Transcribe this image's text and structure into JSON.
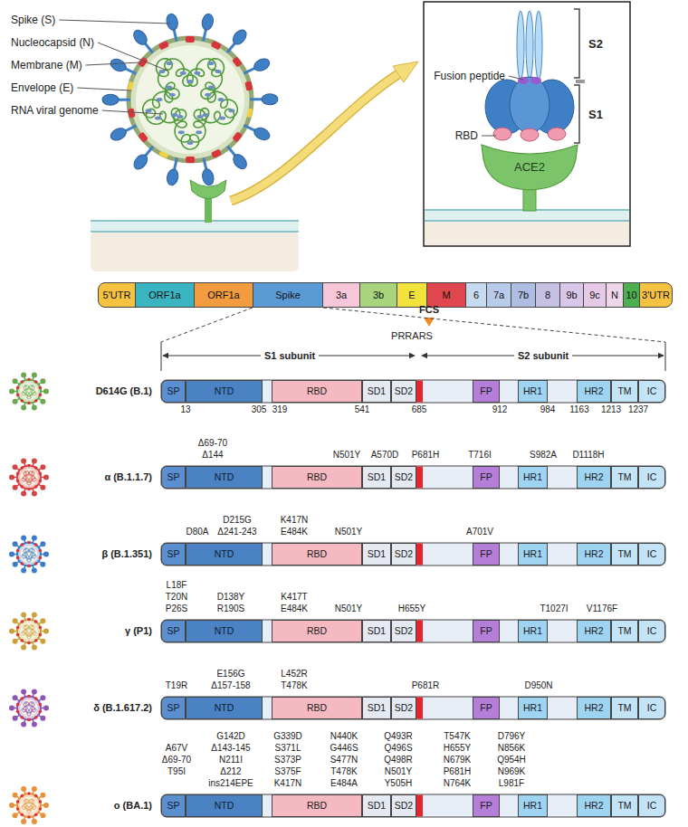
{
  "diagram": {
    "nodes": [
      {
        "text": [
          "ACE2"
        ]
      },
      {
        "text": [
          "5'UTR"
        ]
      },
      {
        "text": [
          "ORF1a"
        ]
      },
      {
        "text": [
          "ORF1a"
        ]
      },
      {
        "text": [
          "Spike"
        ]
      },
      {
        "text": [
          "3a"
        ]
      },
      {
        "text": [
          "3b"
        ]
      },
      {
        "text": [
          "E"
        ]
      },
      {
        "text": [
          "M"
        ]
      },
      {
        "text": [
          "6"
        ]
      },
      {
        "text": [
          "7a"
        ]
      },
      {
        "text": [
          "7b"
        ]
      },
      {
        "text": [
          "8"
        ]
      },
      {
        "text": [
          "9b"
        ]
      },
      {
        "text": [
          "9c"
        ]
      },
      {
        "text": [
          "N"
        ]
      },
      {
        "text": [
          "10"
        ]
      },
      {
        "text": [
          "3'UTR"
        ]
      },
      {
        "text": [
          "SP"
        ]
      },
      {
        "text": [
          "NTD"
        ]
      },
      {
        "text": [
          "RBD"
        ]
      },
      {
        "text": [
          "SD1"
        ]
      },
      {
        "text": [
          "SD2"
        ]
      },
      {
        "text": [
          "FP"
        ]
      },
      {
        "text": [
          "HR1"
        ]
      },
      {
        "text": [
          "HR2"
        ]
      },
      {
        "text": [
          "TM"
        ]
      },
      {
        "text": [
          "IC"
        ]
      },
      {
        "text": [
          "SP"
        ]
      },
      {
        "text": [
          "NTD"
        ]
      },
      {
        "text": [
          "RBD"
        ]
      },
      {
        "text": [
          "SD1"
        ]
      },
      {
        "text": [
          "SD2"
        ]
      },
      {
        "text": [
          "FP"
        ]
      },
      {
        "text": [
          "HR1"
        ]
      },
      {
        "text": [
          "HR2"
        ]
      },
      {
        "text": [
          "TM"
        ]
      },
      {
        "text": [
          "IC"
        ]
      },
      {
        "text": [
          "SP"
        ]
      },
      {
        "text": [
          "NTD"
        ]
      },
      {
        "text": [
          "RBD"
        ]
      },
      {
        "text": [
          "SD1"
        ]
      },
      {
        "text": [
          "SD2"
        ]
      },
      {
        "text": [
          "FP"
        ]
      },
      {
        "text": [
          "HR1"
        ]
      },
      {
        "text": [
          "HR2"
        ]
      },
      {
        "text": [
          "TM"
        ]
      },
      {
        "text": [
          "IC"
        ]
      },
      {
        "text": [
          "SP"
        ]
      },
      {
        "text": [
          "NTD"
        ]
      },
      {
        "text": [
          "RBD"
        ]
      },
      {
        "text": [
          "SD1"
        ]
      },
      {
        "text": [
          "SD2"
        ]
      },
      {
        "text": [
          "FP"
        ]
      },
      {
        "text": [
          "HR1"
        ]
      },
      {
        "text": [
          "HR2"
        ]
      },
      {
        "text": [
          "TM"
        ]
      },
      {
        "text": [
          "IC"
        ]
      },
      {
        "text": [
          "SP"
        ]
      },
      {
        "text": [
          "NTD"
        ]
      },
      {
        "text": [
          "RBD"
        ]
      },
      {
        "text": [
          "SD1"
        ]
      },
      {
        "text": [
          "SD2"
        ]
      },
      {
        "text": [
          "FP"
        ]
      },
      {
        "text": [
          "HR1"
        ]
      },
      {
        "text": [
          "HR2"
        ]
      },
      {
        "text": [
          "TM"
        ]
      },
      {
        "text": [
          "IC"
        ]
      },
      {
        "text": [
          "SP"
        ]
      },
      {
        "text": [
          "NTD"
        ]
      },
      {
        "text": [
          "RBD"
        ]
      },
      {
        "text": [
          "SD1"
        ]
      },
      {
        "text": [
          "SD2"
        ]
      },
      {
        "text": [
          "FP"
        ]
      },
      {
        "text": [
          "HR1"
        ]
      },
      {
        "text": [
          "HR2"
        ]
      },
      {
        "text": [
          "TM"
        ]
      },
      {
        "text": [
          "IC"
        ]
      }
    ],
    "labels": [
      "Spike (S)",
      "Nucleocapsid (N)",
      "Membrane (M)",
      "Envelope (E)",
      "RNA viral genome",
      "S2",
      "Fusion peptide",
      "S1",
      "RBD",
      "FCS",
      "PRRARS",
      "S1 subunit",
      "S2 subunit",
      "13",
      "305",
      "319",
      "541",
      "685",
      "912",
      "984",
      "1163",
      "1213",
      "1237",
      "D614G (B.1)",
      "α (B.1.1.7)",
      "Δ69-70",
      "Δ144",
      "N501Y",
      "A570D",
      "P681H",
      "T716I",
      "S982A",
      "D1118H",
      "β (B.1.351)",
      "D80A",
      "D215G",
      "Δ241-243",
      "K417N",
      "E484K",
      "N501Y",
      "A701V",
      "γ (P1)",
      "L18F",
      "T20N",
      "P26S",
      "D138Y",
      "R190S",
      "K417T",
      "E484K",
      "N501Y",
      "H655Y",
      "T1027I",
      "V1176F",
      "δ (B.1.617.2)",
      "T19R",
      "E156G",
      "Δ157-158",
      "L452R",
      "T478K",
      "P681R",
      "D950N",
      "ο (BA.1)",
      "A67V",
      "Δ69-70",
      "T95I",
      "G142D",
      "Δ143-145",
      "N211I",
      "Δ212",
      "ins214EPE",
      "G339D",
      "S371L",
      "S373P",
      "S375F",
      "K417N",
      "N440K",
      "G446S",
      "S477N",
      "T478K",
      "E484A",
      "Q493R",
      "Q496S",
      "Q498R",
      "N501Y",
      "Y505H",
      "T547K",
      "H655Y",
      "N679K",
      "P681H",
      "N764K",
      "D796Y",
      "N856K",
      "Q954H",
      "N969K",
      "L981F"
    ]
  }
}
